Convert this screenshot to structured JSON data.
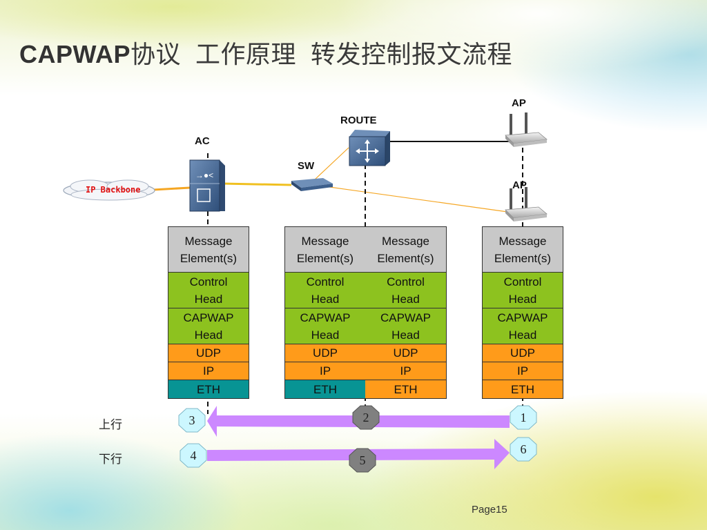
{
  "slide": {
    "title_latin": "CAPWAP",
    "title_cjk": "协议  工作原理  转发控制报文流程",
    "page": "Page15"
  },
  "devices": {
    "cloud": "IP Backbone",
    "ac": "AC",
    "sw": "SW",
    "route": "ROUTE",
    "ap_top": "AP",
    "ap_bottom": "AP"
  },
  "stacks": [
    {
      "id": "ac-stack",
      "layers": [
        {
          "label": "Message Element(s)",
          "color": "#c8c8c8"
        },
        {
          "label": "Control Head",
          "color": "#8dc21f"
        },
        {
          "label": "CAPWAP Head",
          "color": "#8dc21f"
        },
        {
          "label": "UDP",
          "color": "#ff9b1a"
        },
        {
          "label": "IP",
          "color": "#ff9b1a"
        },
        {
          "label": "ETH",
          "color": "#089494"
        }
      ]
    },
    {
      "id": "route-stack-left",
      "layers": [
        {
          "label": "Message Element(s)",
          "color": "#c8c8c8"
        },
        {
          "label": "Control Head",
          "color": "#8dc21f"
        },
        {
          "label": "CAPWAP Head",
          "color": "#8dc21f"
        },
        {
          "label": "UDP",
          "color": "#ff9b1a"
        },
        {
          "label": "IP",
          "color": "#ff9b1a"
        },
        {
          "label": "ETH",
          "color": "#089494"
        }
      ]
    },
    {
      "id": "route-stack-right",
      "layers": [
        {
          "label": "Message Element(s)",
          "color": "#c8c8c8"
        },
        {
          "label": "Control Head",
          "color": "#8dc21f"
        },
        {
          "label": "CAPWAP Head",
          "color": "#8dc21f"
        },
        {
          "label": "UDP",
          "color": "#ff9b1a"
        },
        {
          "label": "IP",
          "color": "#ff9b1a"
        },
        {
          "label": "ETH",
          "color": "#ff9b1a"
        }
      ]
    },
    {
      "id": "ap-stack",
      "layers": [
        {
          "label": "Message Element(s)",
          "color": "#c8c8c8"
        },
        {
          "label": "Control Head",
          "color": "#8dc21f"
        },
        {
          "label": "CAPWAP Head",
          "color": "#8dc21f"
        },
        {
          "label": "UDP",
          "color": "#ff9b1a"
        },
        {
          "label": "IP",
          "color": "#ff9b1a"
        },
        {
          "label": "ETH",
          "color": "#ff9b1a"
        }
      ]
    }
  ],
  "flows": {
    "upstream_label": "上行",
    "downstream_label": "下行",
    "steps": [
      {
        "n": "1",
        "style": "light"
      },
      {
        "n": "2",
        "style": "dark"
      },
      {
        "n": "3",
        "style": "light"
      },
      {
        "n": "4",
        "style": "light"
      },
      {
        "n": "5",
        "style": "dark"
      },
      {
        "n": "6",
        "style": "light"
      }
    ]
  },
  "colors": {
    "arrow": "#cc88ff",
    "link_orange": "#f5a623",
    "device_blue": "#3d5f8c",
    "octagon_light": "#ccf7ff",
    "octagon_dark": "#808080"
  }
}
